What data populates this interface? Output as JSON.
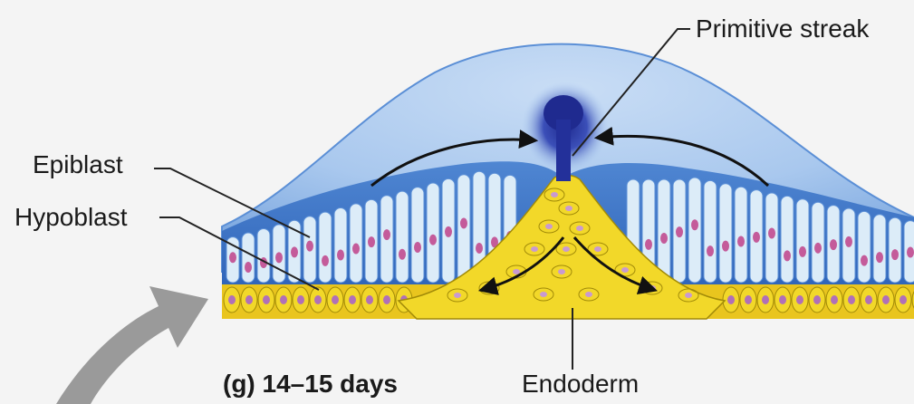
{
  "labels": {
    "primitive_streak": "Primitive streak",
    "epiblast": "Epiblast",
    "hypoblast": "Hypoblast",
    "endoderm": "Endoderm"
  },
  "caption": "(g) 14–15 days",
  "colors": {
    "background": "#f4f4f4",
    "amniotic_cavity": "#a9c8ee",
    "epiblast_cells": "#dcecf8",
    "epiblast_membrane": "#5b8fd6",
    "nucleus": "#c45b9a",
    "yellow_cells": "#f2d829",
    "streak": "#1f2a8f",
    "curved_arrow": "#9a9a9a"
  }
}
